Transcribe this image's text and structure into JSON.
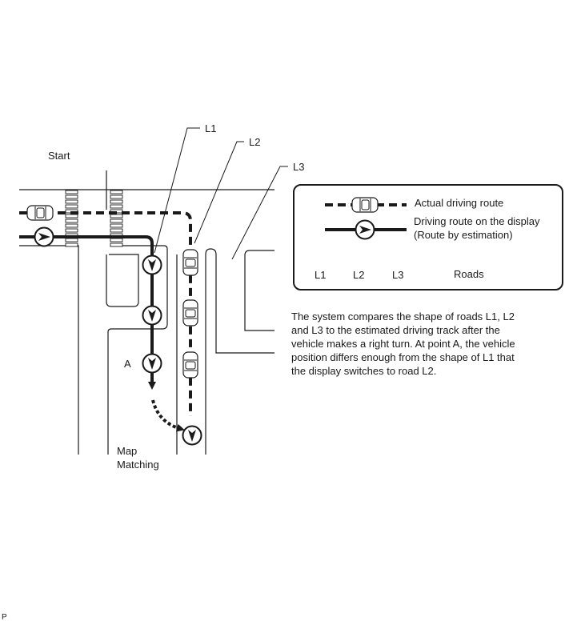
{
  "labels": {
    "start": "Start",
    "road_l1": "L1",
    "road_l2": "L2",
    "road_l3": "L3",
    "point_a": "A",
    "map_matching_line1": "Map",
    "map_matching_line2": "Matching"
  },
  "legend": {
    "actual_route": "Actual driving route",
    "display_route_line1": "Driving route on the display",
    "display_route_line2": "(Route by estimation)",
    "road_l1": "L1",
    "road_l2": "L2",
    "road_l3": "L3",
    "roads": "Roads"
  },
  "description": {
    "line1": "The system compares the shape of roads L1, L2",
    "line2": "and L3 to the estimated driving track after the",
    "line3": "vehicle makes a right turn. At point A, the vehicle",
    "line4": "position differs enough from the shape of L1 that",
    "line5": "the display switches to road L2."
  },
  "corner_mark": "P"
}
